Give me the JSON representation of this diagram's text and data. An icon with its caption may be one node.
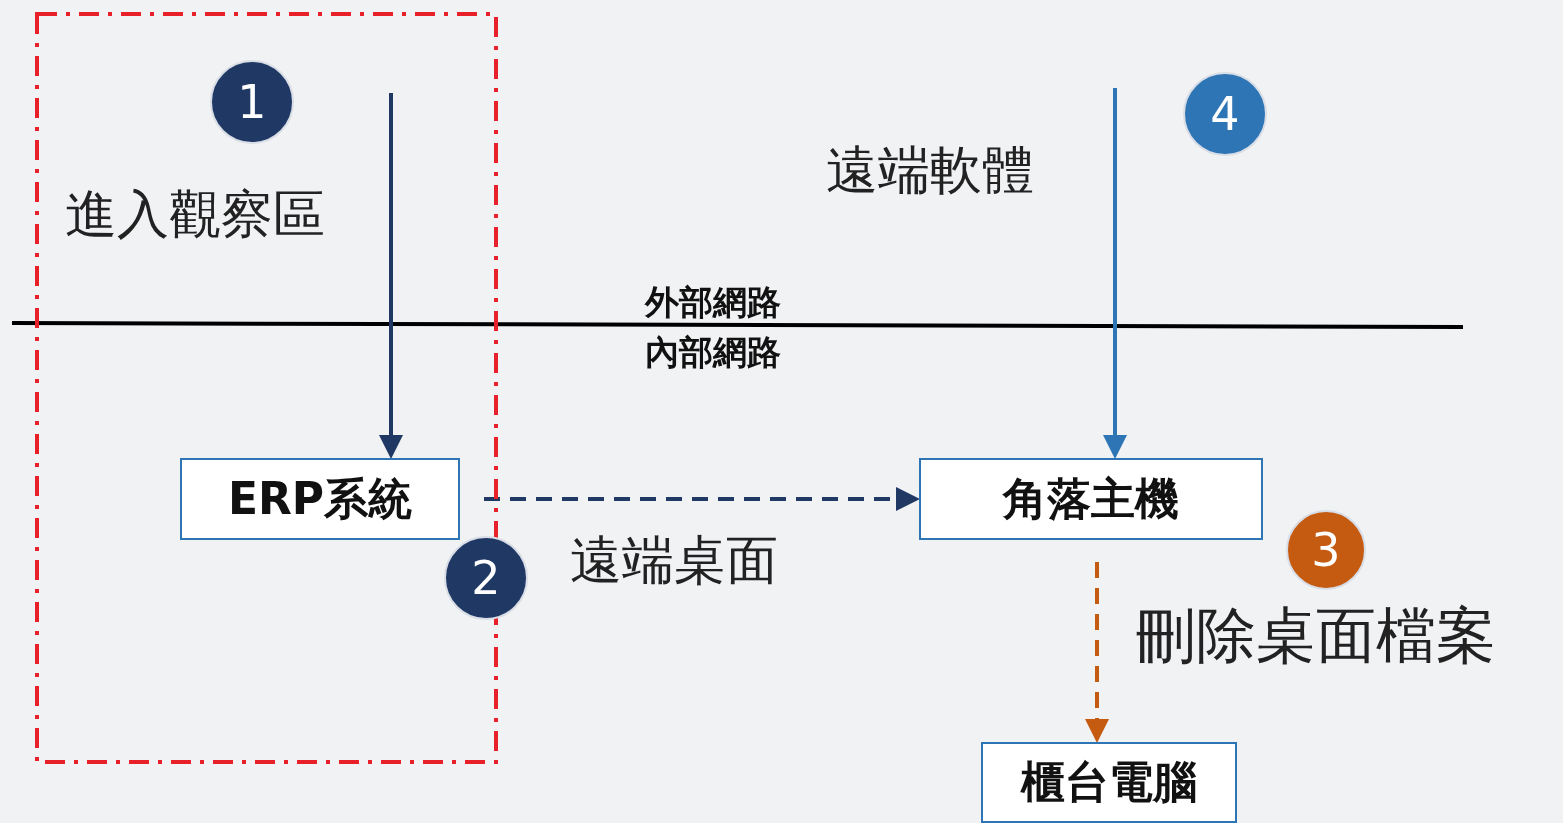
{
  "diagram": {
    "nodes": [
      {
        "text": [
          "進入觀察區"
        ]
      },
      {
        "text": [
          "1"
        ],
        "in": 0
      },
      {
        "text": [
          "ERP系統"
        ],
        "in": 0
      },
      {
        "text": [
          "2"
        ]
      },
      {
        "text": [
          "角落主機"
        ]
      },
      {
        "text": [
          "4"
        ]
      },
      {
        "text": [
          "3"
        ]
      },
      {
        "text": [
          "櫃台電腦"
        ]
      }
    ],
    "edges": [
      {
        "from": null,
        "to": 2,
        "arrow": "to",
        "color": "#1f3864"
      },
      {
        "from": null,
        "to": 4,
        "arrow": "to",
        "label": "遠端軟體",
        "color": "#2e75b6"
      },
      {
        "from": 2,
        "to": 4,
        "arrow": "to",
        "label": "遠端桌面",
        "style": "dashed",
        "color": "#1f3864"
      },
      {
        "from": 4,
        "to": 7,
        "arrow": "to",
        "label": "刪除桌面檔案",
        "style": "dashed",
        "color": "#c55a11"
      }
    ],
    "labels": [
      "外部網路",
      "內部網路"
    ]
  }
}
